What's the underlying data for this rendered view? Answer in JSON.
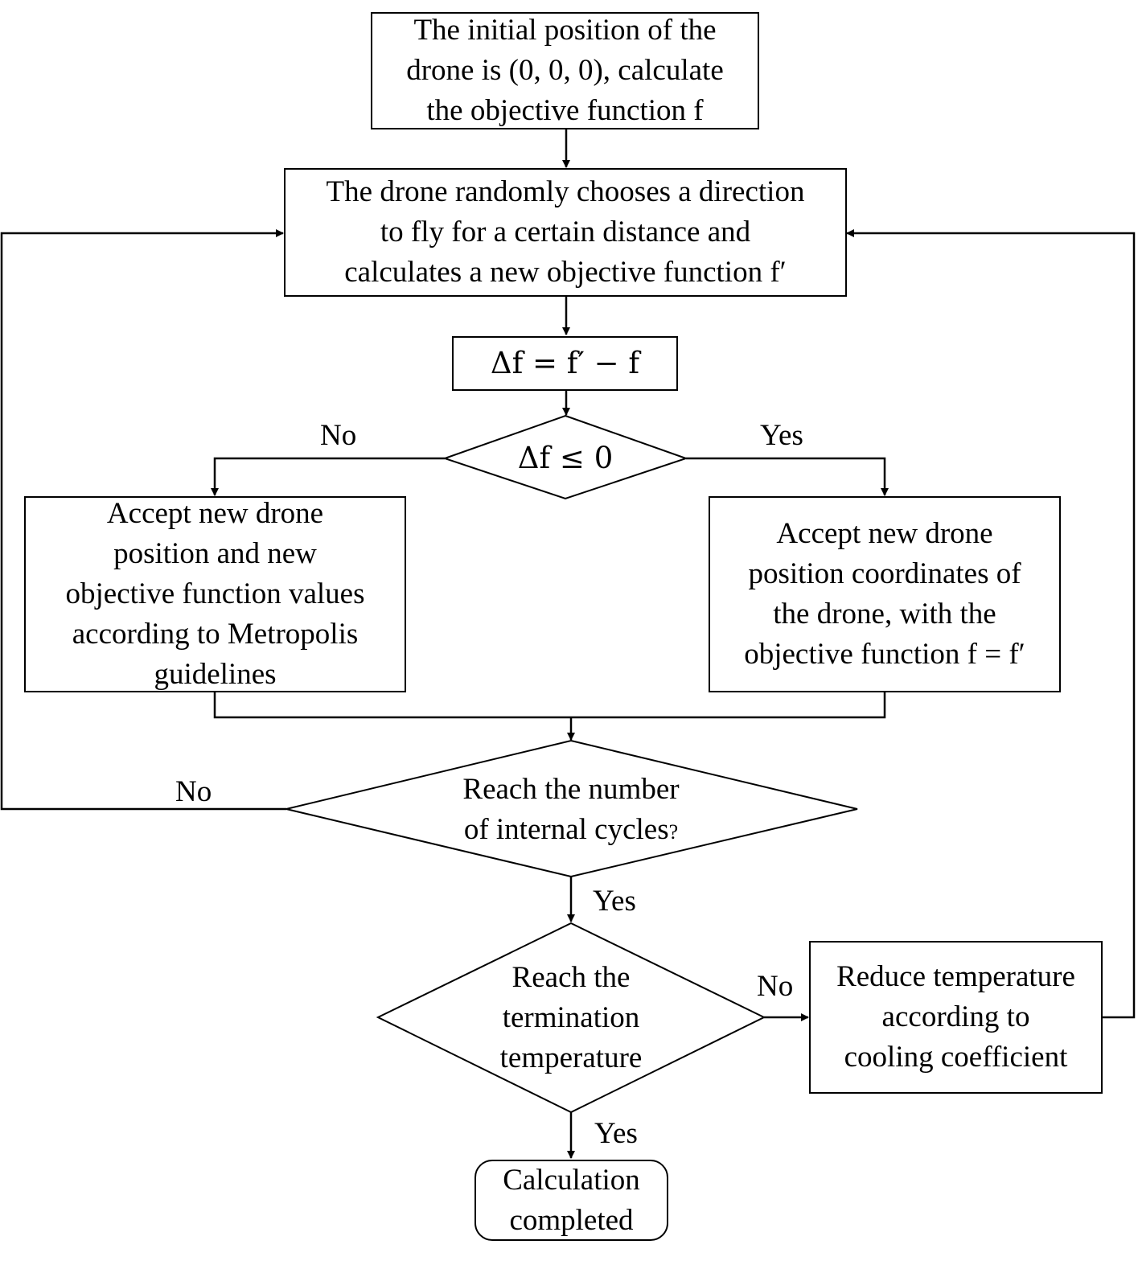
{
  "nodes": {
    "start": [
      "The initial position of the",
      "drone is (0, 0, 0), calculate",
      "the objective function f"
    ],
    "move": [
      "The drone randomly chooses a direction",
      "to fly for a certain distance and",
      "calculates a new objective function f′"
    ],
    "delta": "Δf = f′ − f",
    "decision_delta": "Δf ≤ 0",
    "accept_metropolis": [
      "Accept new drone",
      "position and new",
      "objective function values",
      "according to Metropolis",
      "guidelines"
    ],
    "accept_new": [
      "Accept new drone",
      "position coordinates of",
      "the drone, with the",
      "objective function f = f′"
    ],
    "decision_cycles": [
      "Reach the number",
      "of internal cycles",
      "?"
    ],
    "decision_temp": [
      "Reach the",
      "termination",
      "temperature"
    ],
    "reduce_temp": [
      "Reduce temperature",
      "according to",
      "cooling coefficient"
    ],
    "end": [
      "Calculation",
      "completed"
    ]
  },
  "edge_labels": {
    "delta_no": "No",
    "delta_yes": "Yes",
    "cycles_no": "No",
    "cycles_yes": "Yes",
    "temp_no": "No",
    "temp_yes": "Yes"
  }
}
